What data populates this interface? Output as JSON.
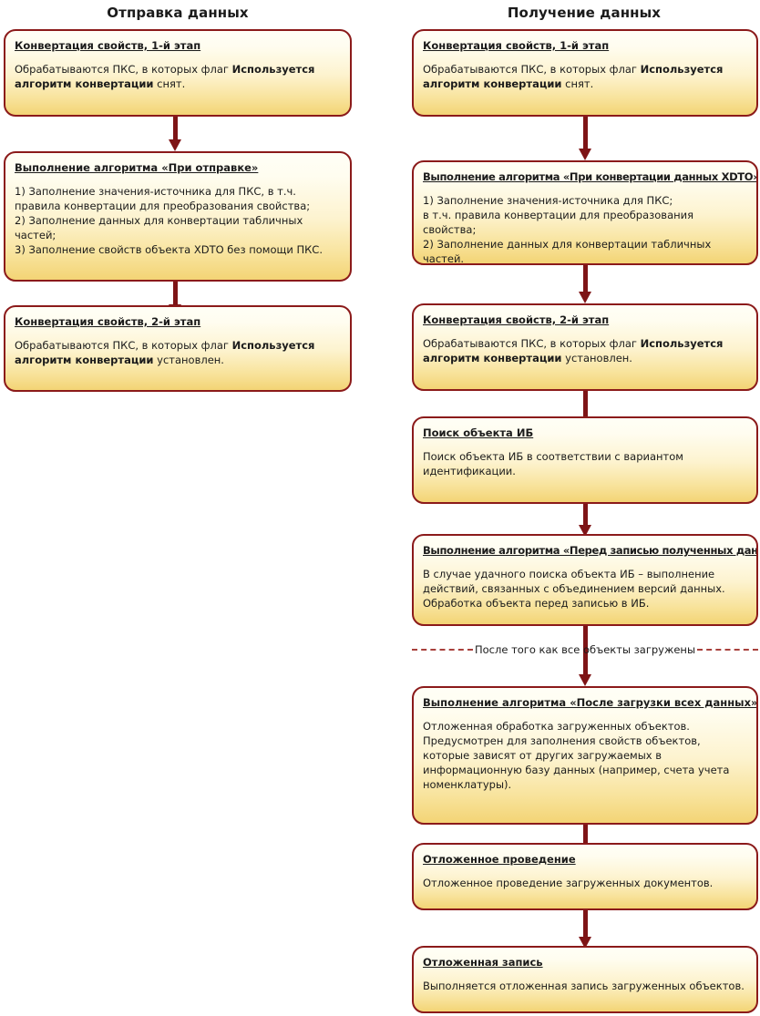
{
  "columns": {
    "left": {
      "title": "Отправка данных",
      "nodes": [
        {
          "title": "Конвертация свойств, 1-й этап",
          "body_html": "Обрабатываются ПКС, в которых флаг <b>Используется алгоритм конвертации</b> снят."
        },
        {
          "title": "Выполнение алгоритма «При отправке»",
          "body_html": "1) Заполнение значения-источника для ПКС, в т.ч. правила конвертации для преобразования свойства;<br>2) Заполнение данных для конвертации табличных частей;<br>3) Заполнение свойств объекта XDTO без помощи ПКС."
        },
        {
          "title": "Конвертация свойств, 2-й этап",
          "body_html": "Обрабатываются ПКС, в которых флаг <b>Используется алгоритм конвертации</b> установлен."
        }
      ]
    },
    "right": {
      "title": "Получение данных",
      "nodes": [
        {
          "title": "Конвертация свойств, 1-й этап",
          "body_html": "Обрабатываются ПКС, в которых флаг <b>Используется алгоритм конвертации</b> снят."
        },
        {
          "title": "Выполнение алгоритма «При конвертации данных XDTO»",
          "body_html": "1) Заполнение значения-источника для ПКС;<br>в т.ч. правила конвертации для преобразования свойства;<br>2) Заполнение данных для конвертации табличных частей."
        },
        {
          "title": "Конвертация свойств, 2-й этап",
          "body_html": "Обрабатываются ПКС, в которых флаг <b>Используется алгоритм конвертации</b> установлен."
        },
        {
          "title": "Поиск объекта ИБ",
          "body_html": "Поиск объекта ИБ в соответствии с вариантом идентификации."
        },
        {
          "title": "Выполнение алгоритма «Перед записью полученных данных»",
          "body_html": "В случае удачного поиска объекта ИБ – выполнение действий, связанных с объединением версий данных.<br>Обработка объекта перед записью в ИБ."
        },
        {
          "title": "Выполнение алгоритма «После загрузки всех данных»",
          "body_html": "Отложенная обработка загруженных объектов.<br>Предусмотрен для заполнения свойств объектов, которые зависят от других загружаемых в информационную базу данных (например, счета учета номенклатуры)."
        },
        {
          "title": "Отложенное проведение",
          "body_html": "Отложенное проведение загруженных документов."
        },
        {
          "title": "Отложенная запись",
          "body_html": "Выполняется отложенная запись загруженных объектов."
        }
      ],
      "separator_label": "После того как все объекты загружены"
    }
  },
  "colors": {
    "box_border": "#8B1A1A",
    "box_fill_top": "#FFFEF6",
    "box_fill_bottom": "#F3D475",
    "arrow": "#7E1416",
    "dashed_line": "#A8403C",
    "text": "#1b1b1b",
    "background": "#FFFFFF"
  }
}
